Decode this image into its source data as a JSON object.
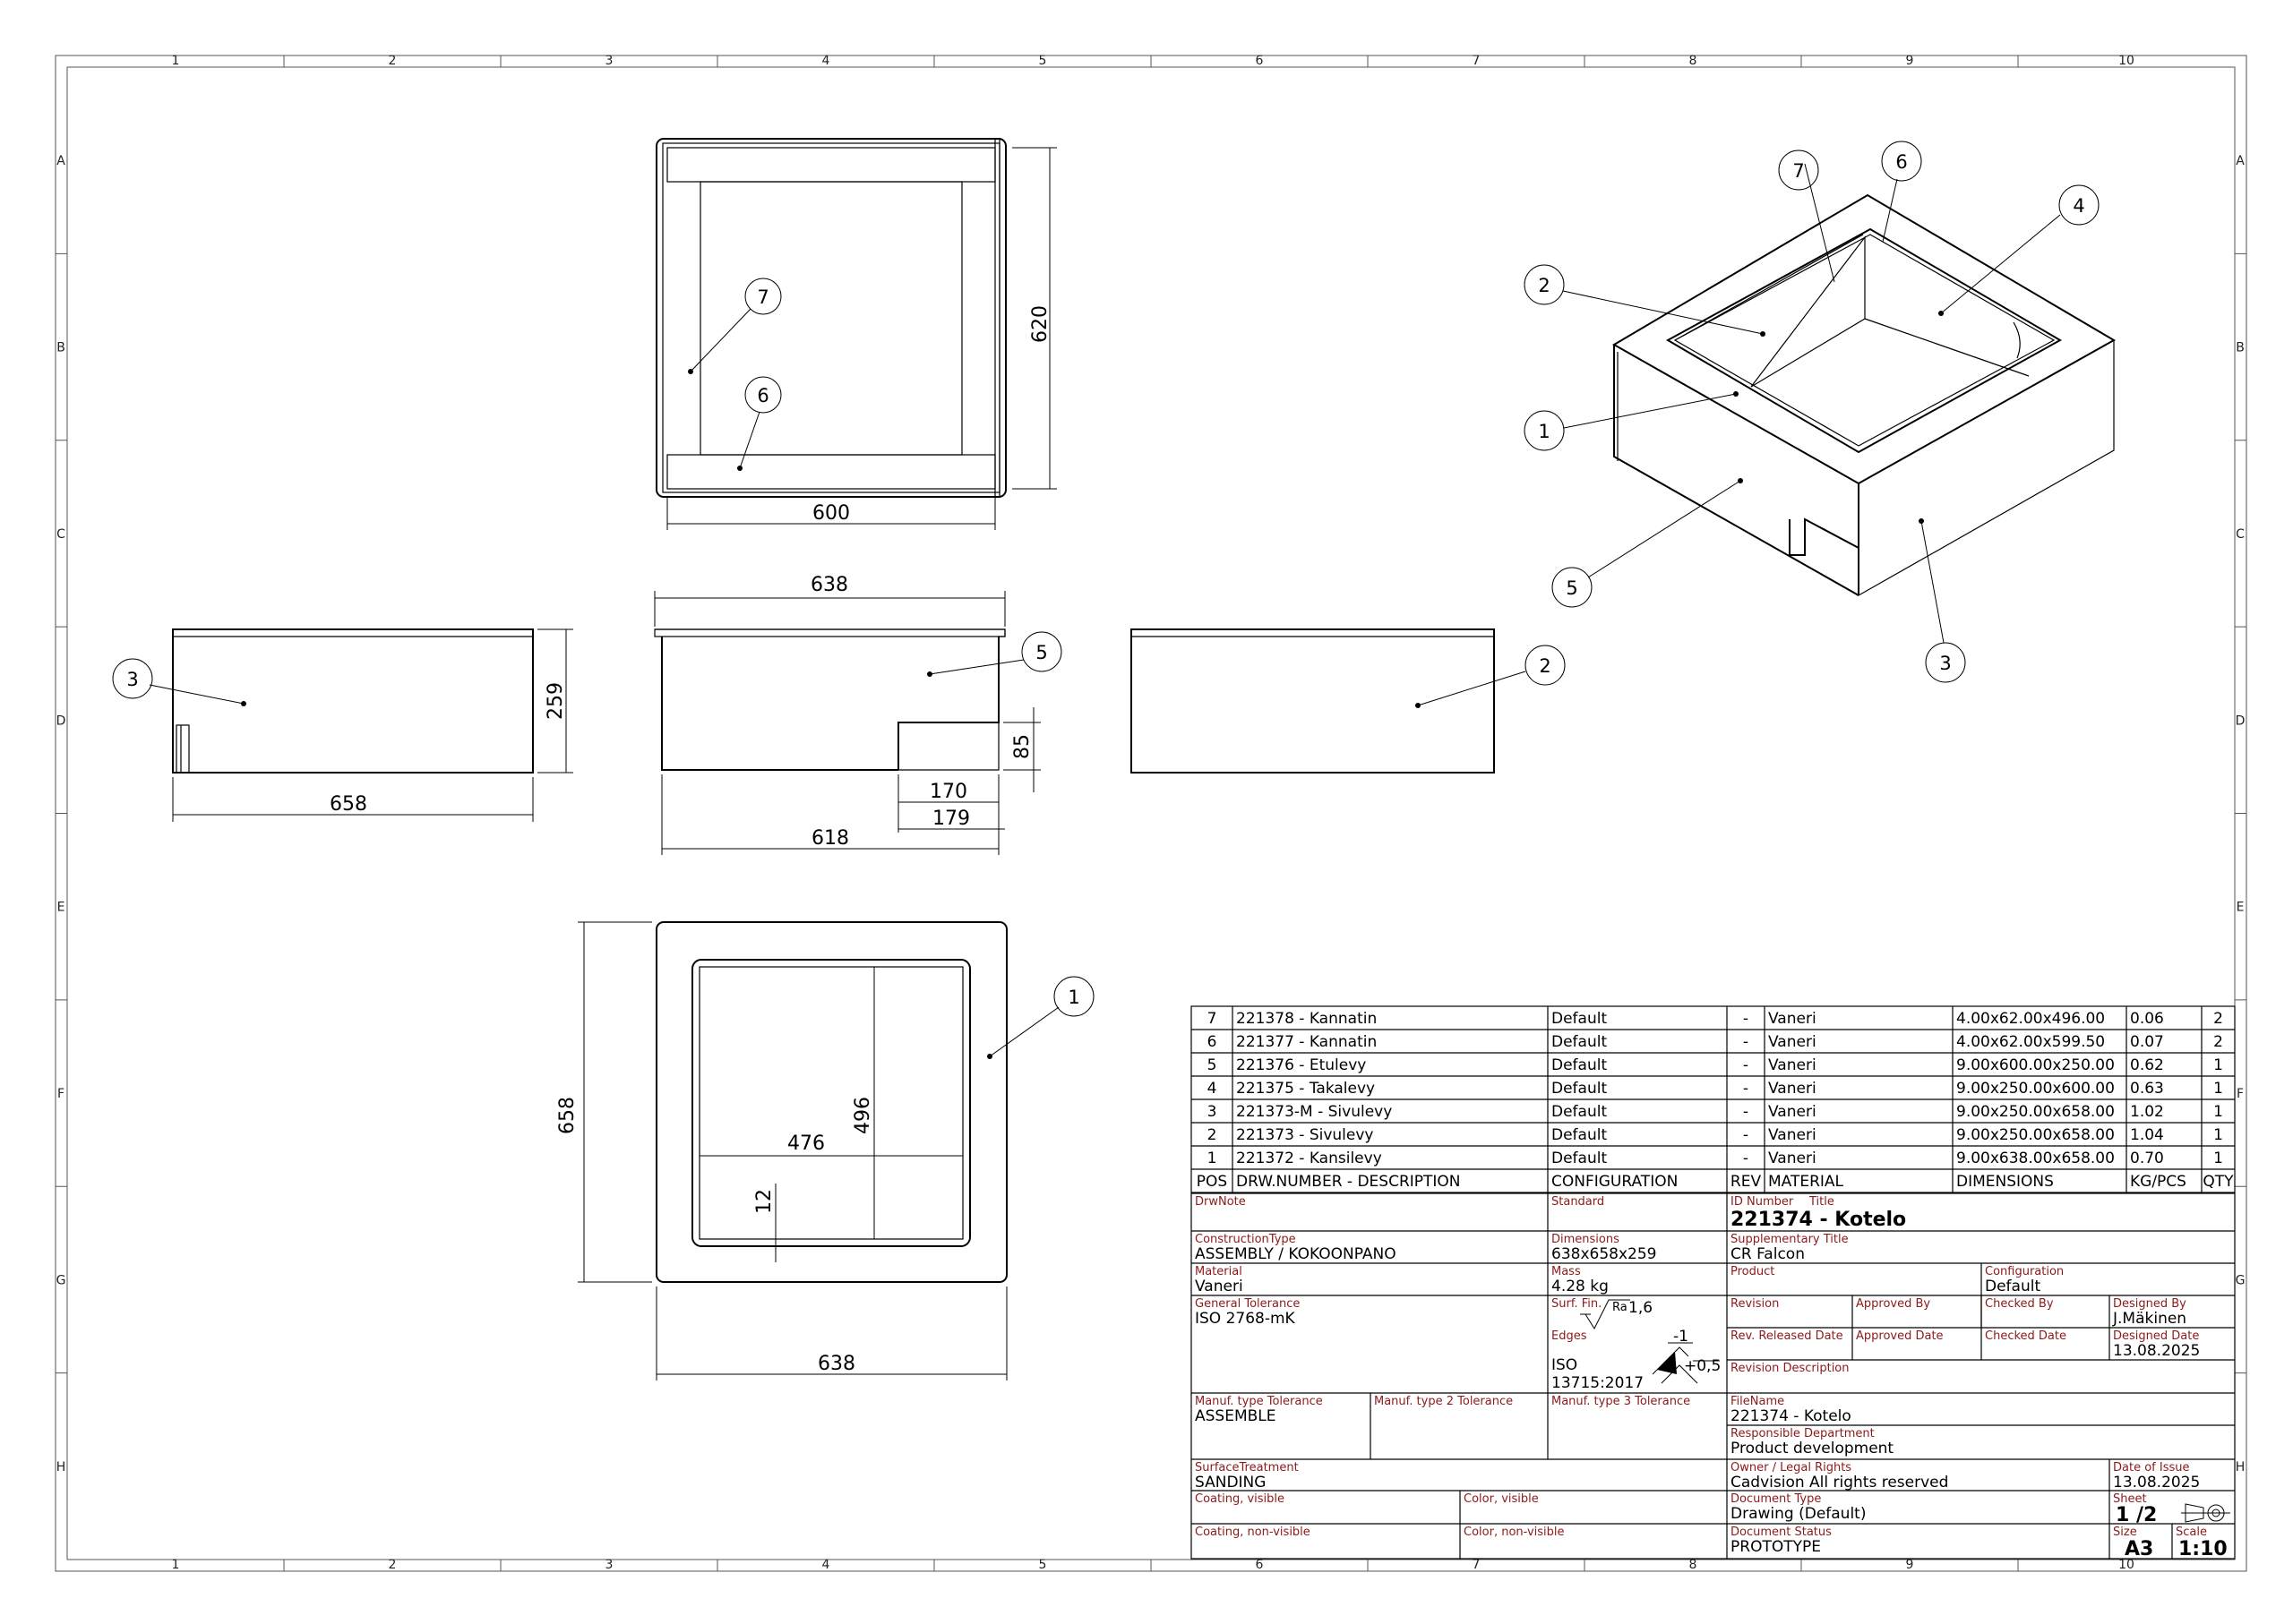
{
  "zones": {
    "cols": [
      "1",
      "2",
      "3",
      "4",
      "5",
      "6",
      "7",
      "8",
      "9",
      "10"
    ],
    "rows": [
      "A",
      "B",
      "C",
      "D",
      "E",
      "F",
      "G",
      "H"
    ]
  },
  "dims": {
    "top_620": "620",
    "top_600": "600",
    "front_638": "638",
    "front_85": "85",
    "front_170": "170",
    "front_179": "179",
    "front_618": "618",
    "side_259": "259",
    "side_658": "658",
    "plan_658": "658",
    "plan_496": "496",
    "plan_476": "476",
    "plan_12": "12",
    "plan_638": "638"
  },
  "balloons": {
    "top_7": "7",
    "top_6": "6",
    "front_5": "5",
    "side_3": "3",
    "back_2": "2",
    "plan_1": "1",
    "iso_7": "7",
    "iso_6": "6",
    "iso_4": "4",
    "iso_2": "2",
    "iso_1": "1",
    "iso_5": "5",
    "iso_3": "3"
  },
  "bom": {
    "rows": [
      {
        "pos": "7",
        "desc": "221378 - Kannatin",
        "config": "Default",
        "rev": "-",
        "material": "Vaneri",
        "dims": "4.00x62.00x496.00",
        "kg": "0.06",
        "qty": "2"
      },
      {
        "pos": "6",
        "desc": "221377 - Kannatin",
        "config": "Default",
        "rev": "-",
        "material": "Vaneri",
        "dims": "4.00x62.00x599.50",
        "kg": "0.07",
        "qty": "2"
      },
      {
        "pos": "5",
        "desc": "221376 - Etulevy",
        "config": "Default",
        "rev": "-",
        "material": "Vaneri",
        "dims": "9.00x600.00x250.00",
        "kg": "0.62",
        "qty": "1"
      },
      {
        "pos": "4",
        "desc": "221375 - Takalevy",
        "config": "Default",
        "rev": "-",
        "material": "Vaneri",
        "dims": "9.00x250.00x600.00",
        "kg": "0.63",
        "qty": "1"
      },
      {
        "pos": "3",
        "desc": "221373-M - Sivulevy",
        "config": "Default",
        "rev": "-",
        "material": "Vaneri",
        "dims": "9.00x250.00x658.00",
        "kg": "1.02",
        "qty": "1"
      },
      {
        "pos": "2",
        "desc": "221373 - Sivulevy",
        "config": "Default",
        "rev": "-",
        "material": "Vaneri",
        "dims": "9.00x250.00x658.00",
        "kg": "1.04",
        "qty": "1"
      },
      {
        "pos": "1",
        "desc": "221372 - Kansilevy",
        "config": "Default",
        "rev": "-",
        "material": "Vaneri",
        "dims": "9.00x638.00x658.00",
        "kg": "0.70",
        "qty": "1"
      }
    ],
    "header": {
      "pos": "POS",
      "desc": "DRW.NUMBER - DESCRIPTION",
      "config": "CONFIGURATION",
      "rev": "REV",
      "material": "MATERIAL",
      "dims": "DIMENSIONS",
      "kg": "KG/PCS",
      "qty": "QTY"
    }
  },
  "titleblock": {
    "drwnote_label": "DrwNote",
    "standard_label": "Standard",
    "id_label": "ID Number",
    "title_label": "Title",
    "title_value": "221374 - Kotelo",
    "constructiontype_label": "ConstructionType",
    "constructiontype_value": "ASSEMBLY / KOKOONPANO",
    "dimensions_label": "Dimensions",
    "dimensions_value": "638x658x259",
    "supp_title_label": "Supplementary Title",
    "supp_title_value": "CR Falcon",
    "material_label": "Material",
    "material_value": "Vaneri",
    "mass_label": "Mass",
    "mass_value": "4.28 kg",
    "product_label": "Product",
    "configuration_label": "Configuration",
    "configuration_value": "Default",
    "gentol_label": "General Tolerance",
    "gentol_value": "ISO 2768-mK",
    "surffin_label": "Surf. Fin.",
    "surffin_ra": "Ra",
    "surffin_value": "1,6",
    "revision_label": "Revision",
    "approved_label": "Approved By",
    "checked_label": "Checked By",
    "designed_label": "Designed By",
    "designed_value": "J.Mäkinen",
    "edges_label": "Edges",
    "edges_iso": "ISO",
    "edges_std": "13715:2017",
    "edges_minus": "-1",
    "edges_plus": "+0,5",
    "rev_released_label": "Rev. Released Date",
    "approved_date_label": "Approved Date",
    "checked_date_label": "Checked Date",
    "designed_date_label": "Designed Date",
    "designed_date_value": "13.08.2025",
    "rev_desc_label": "Revision Description",
    "mtol1_label": "Manuf. type Tolerance",
    "mtol1_value": "ASSEMBLE",
    "mtol2_label": "Manuf. type 2 Tolerance",
    "mtol3_label": "Manuf. type 3 Tolerance",
    "filename_label": "FileName",
    "filename_value": "221374 - Kotelo",
    "respdept_label": "Responsible Department",
    "respdept_value": "Product development",
    "surface_label": "SurfaceTreatment",
    "surface_value": "SANDING",
    "owner_label": "Owner / Legal Rights",
    "owner_value": "Cadvision All rights reserved",
    "issue_label": "Date of Issue",
    "issue_value": "13.08.2025",
    "coating_vis_label": "Coating, visible",
    "color_vis_label": "Color, visible",
    "doctype_label": "Document Type",
    "doctype_value": "Drawing (Default)",
    "sheet_label": "Sheet",
    "sheet_value": "1 /2",
    "coating_nonvis_label": "Coating, non-visible",
    "color_nonvis_label": "Color, non-visible",
    "docstatus_label": "Document Status",
    "docstatus_value": "PROTOTYPE",
    "size_label": "Size",
    "size_value": "A3",
    "scale_label": "Scale",
    "scale_value": "1:10"
  }
}
